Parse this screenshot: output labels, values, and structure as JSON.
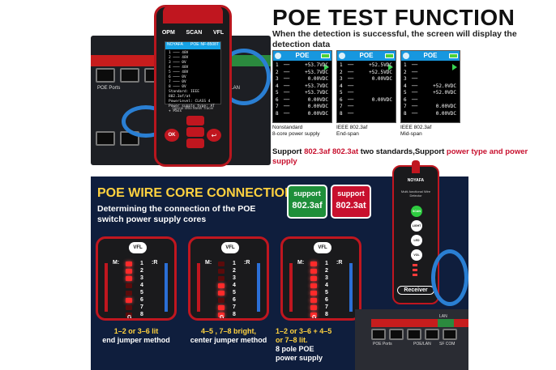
{
  "device": {
    "tabs": [
      "OPM",
      "SCAN",
      "VFL"
    ],
    "brand": "NOYAFA",
    "model": "NF-8508T",
    "screen_title": "POE",
    "screen_rows": [
      {
        "n": "1",
        "v": "48V"
      },
      {
        "n": "2",
        "v": "48V"
      },
      {
        "n": "3",
        "v": "0V"
      },
      {
        "n": "4",
        "v": "48V"
      },
      {
        "n": "5",
        "v": "48V"
      },
      {
        "n": "6",
        "v": "0V"
      },
      {
        "n": "7",
        "v": "0V"
      },
      {
        "n": "8",
        "v": "0V"
      }
    ],
    "screen_footer": [
      "Standard: IEEE 802.3af/at",
      "PowerLevel: CLASS 4",
      "Power supply type: AT + Pass"
    ],
    "product_name": "Optical Wire Meter Tracer",
    "ok_label": "OK",
    "back_icon": "↩",
    "switch_labels": [
      "POE Ports",
      "POE/LAN"
    ]
  },
  "poe_test": {
    "title": "POE TEST FUNCTION",
    "subtitle": "When the detection is successful, the screen will display the detection data",
    "panels": [
      {
        "title": "POE",
        "rows": [
          {
            "n": "1",
            "v": "+53.7VDC"
          },
          {
            "n": "2",
            "v": "+53.7VDC"
          },
          {
            "n": "3",
            "v": "0.00VDC"
          },
          {
            "n": "4",
            "v": "+53.7VDC"
          },
          {
            "n": "5",
            "v": "+53.7VDC"
          },
          {
            "n": "6",
            "v": "0.00VDC"
          },
          {
            "n": "7",
            "v": "0.00VDC"
          },
          {
            "n": "8",
            "v": "0.00VDC"
          }
        ],
        "caption_line1": "Nonstandard",
        "caption_line2": "8-core power supply"
      },
      {
        "title": "POE",
        "rows": [
          {
            "n": "1",
            "v": "+52.5VDC"
          },
          {
            "n": "2",
            "v": "+52.5VDC"
          },
          {
            "n": "3",
            "v": "0.00VDC"
          },
          {
            "n": "4",
            "v": ""
          },
          {
            "n": "5",
            "v": ""
          },
          {
            "n": "6",
            "v": "0.00VDC"
          },
          {
            "n": "7",
            "v": ""
          },
          {
            "n": "8",
            "v": ""
          }
        ],
        "caption_line1": "IEEE 802.3af",
        "caption_line2": "End-span"
      },
      {
        "title": "POE",
        "rows": [
          {
            "n": "1",
            "v": ""
          },
          {
            "n": "2",
            "v": ""
          },
          {
            "n": "3",
            "v": ""
          },
          {
            "n": "4",
            "v": "+52.0VDC"
          },
          {
            "n": "5",
            "v": "+52.0VDC"
          },
          {
            "n": "6",
            "v": ""
          },
          {
            "n": "7",
            "v": "0.00VDC"
          },
          {
            "n": "8",
            "v": "0.00VDC"
          }
        ],
        "caption_line1": "IEEE 802.3af",
        "caption_line2": "Mid-span"
      }
    ],
    "support_prefix": "Support ",
    "support_af": "802.3af",
    "support_space": " ",
    "support_at": "802.3at",
    "support_mid": " two standards,Support ",
    "support_end": "power type and power supply"
  },
  "wire_core": {
    "title": "POE WIRE CORE CONNECTION",
    "subtitle": "Determining the connection of the POE switch power supply cores",
    "badge_af": {
      "line1": "support",
      "line2": "802.3af"
    },
    "badge_at": {
      "line1": "support",
      "line2": "802.3at"
    },
    "mini_vfl": "VFL",
    "mini_m": "M:",
    "mini_r": ":R",
    "mini_g": "G",
    "captions": [
      {
        "line1": "1–2 or 3–6 lit",
        "line2": "end jumper method"
      },
      {
        "line1": "4–5 , 7–8 bright,",
        "line2": "center jumper method"
      },
      {
        "line1": "1–2 or 3–6 + 4–5",
        "line2": "or 7–8 lit.",
        "line3": "8 pole POE",
        "line4": "power supply"
      }
    ],
    "receiver": {
      "brand": "NOYAFA",
      "desc": "Multi-functional Wire Detector",
      "buttons": [
        "SCAN",
        "LIGHT",
        "LED",
        "VOL"
      ],
      "label": "Receiver"
    },
    "switch_labels": [
      "POE Ports",
      "POE/LAN",
      "LAN",
      "SF COM"
    ]
  },
  "colors": {
    "accent_red": "#c8102e",
    "navy": "#0f1e3d",
    "screen_blue": "#1797df",
    "yellow": "#ffd23f",
    "green": "#1e8f3a"
  }
}
